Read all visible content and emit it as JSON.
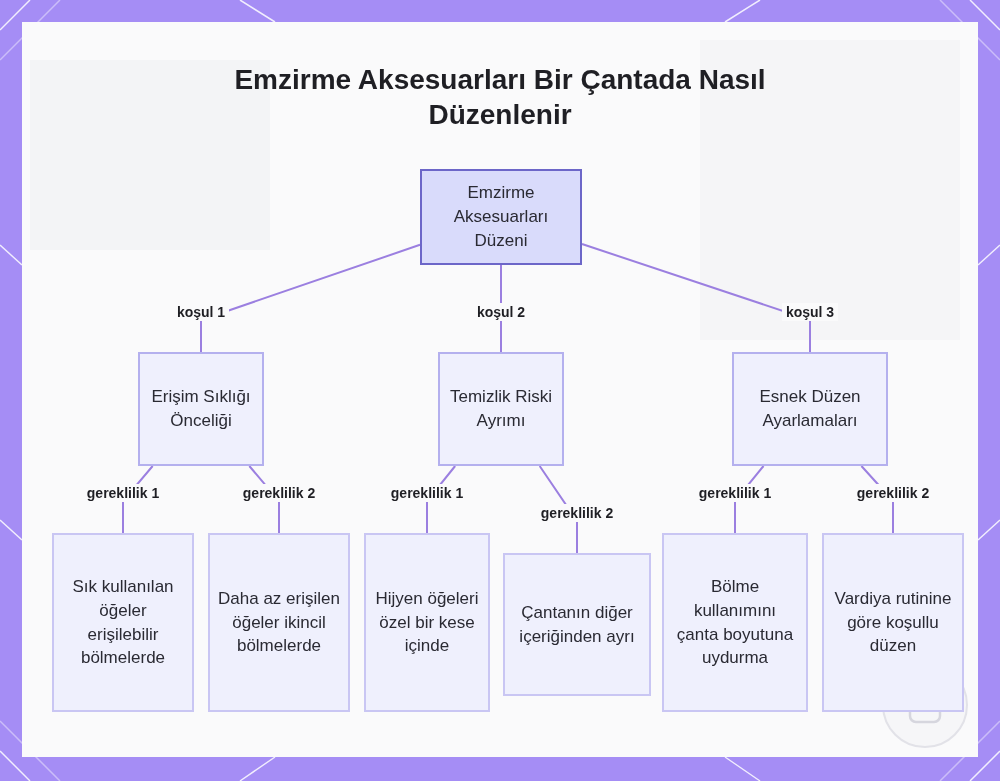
{
  "diagram": {
    "title": "Emzirme Aksesuarları Bir Çantada Nasıl Düzenlenir",
    "nodes": [
      {
        "text": [
          "Emzirme Aksesuarları Düzeni"
        ]
      },
      {
        "text": [
          "Erişim Sıklığı Önceliği"
        ]
      },
      {
        "text": [
          "Temizlik Riski Ayrımı"
        ]
      },
      {
        "text": [
          "Esnek Düzen Ayarlamaları"
        ]
      },
      {
        "text": [
          "Sık kullanılan öğeler erişilebilir bölmelerde"
        ]
      },
      {
        "text": [
          "Daha az erişilen öğeler ikincil bölmelerde"
        ]
      },
      {
        "text": [
          "Hijyen öğeleri özel bir kese içinde"
        ]
      },
      {
        "text": [
          "Çantanın diğer içeriğinden ayrı"
        ]
      },
      {
        "text": [
          "Bölme kullanımını çanta boyutuna uydurma"
        ]
      },
      {
        "text": [
          "Vardiya rutinine göre koşullu düzen"
        ]
      }
    ],
    "edges": [
      {
        "from": 0,
        "to": 1,
        "arrow": "none",
        "label": "koşul 1"
      },
      {
        "from": 0,
        "to": 2,
        "arrow": "none",
        "label": "koşul 2"
      },
      {
        "from": 0,
        "to": 3,
        "arrow": "none",
        "label": "koşul 3"
      },
      {
        "from": 1,
        "to": 4,
        "arrow": "none",
        "label": "gereklilik 1"
      },
      {
        "from": 1,
        "to": 5,
        "arrow": "none",
        "label": "gereklilik 2"
      },
      {
        "from": 2,
        "to": 6,
        "arrow": "none",
        "label": "gereklilik 1"
      },
      {
        "from": 2,
        "to": 7,
        "arrow": "none",
        "label": "gereklilik 2"
      },
      {
        "from": 3,
        "to": 8,
        "arrow": "none",
        "label": "gereklilik 1"
      },
      {
        "from": 3,
        "to": 9,
        "arrow": "none",
        "label": "gereklilik 2"
      }
    ]
  }
}
